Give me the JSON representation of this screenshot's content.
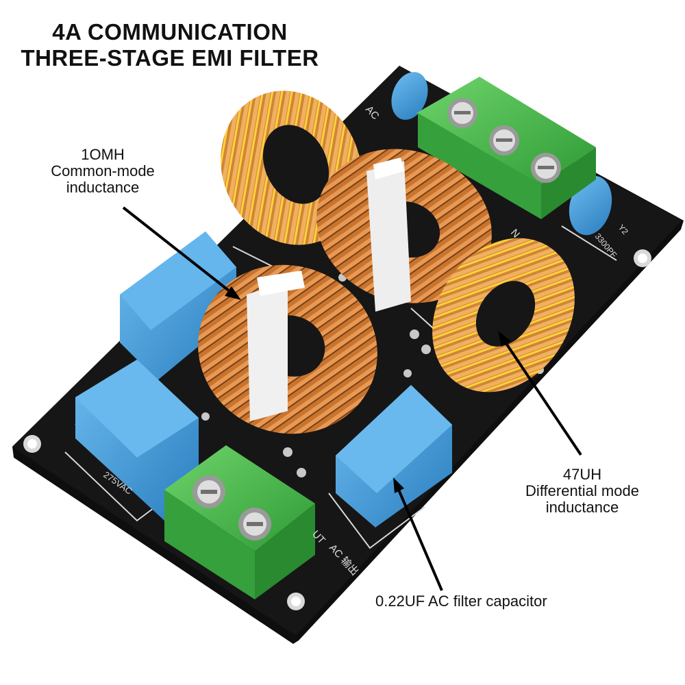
{
  "title": {
    "line1": "4A COMMUNICATION",
    "line2": "THREE-STAGE EMI FILTER"
  },
  "callouts": {
    "common_mode": {
      "value": "1OMH",
      "line2": "Common-mode",
      "line3": "inductance"
    },
    "differential_mode": {
      "value": "47UH",
      "line2": "Differential mode",
      "line3": "inductance"
    },
    "capacitor": {
      "text": "0.22UF AC filter capacitor"
    }
  },
  "board_markings": {
    "voltage": "275VAC",
    "output_label": "AC 输出",
    "y2_label": "Y2",
    "y2_value": "3300PF",
    "input_prefix": "AC",
    "n_label": "N",
    "ut_label": "UT"
  },
  "colors": {
    "pcb": "#141414",
    "copper": "#c8742e",
    "yellow_core": "#f2b51c",
    "blue_capacitor": "#3d9ad8",
    "green_terminal": "#46b348",
    "y_capacitor": "#2e8fd6"
  }
}
